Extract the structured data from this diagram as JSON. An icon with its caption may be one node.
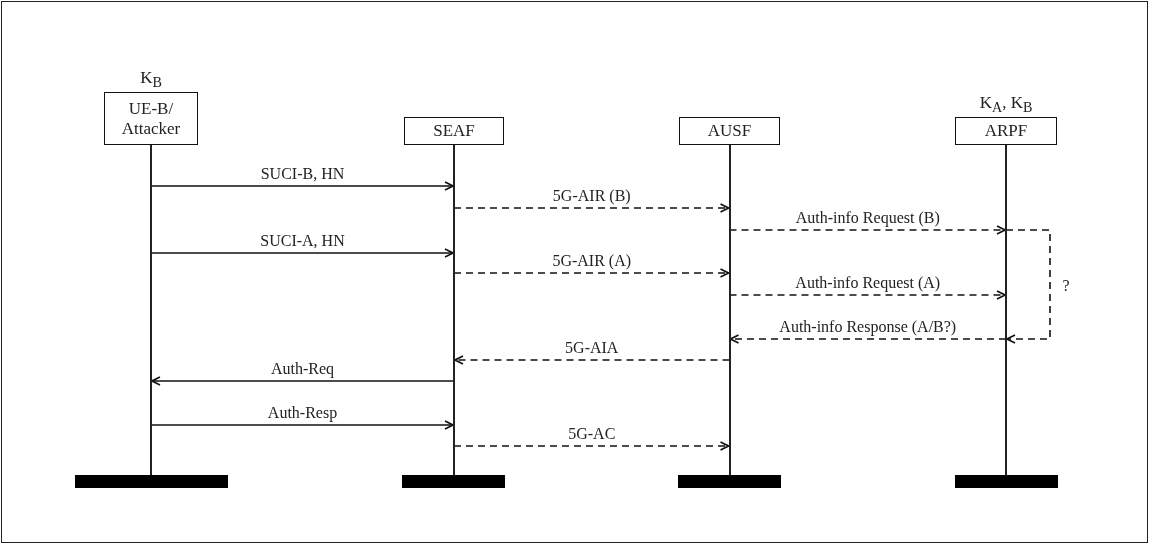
{
  "diagram": {
    "nodes": [
      {
        "text": [
          "UE-B/ Attacker"
        ],
        "beside": [
          "K$_{B}$"
        ]
      },
      {
        "text": [
          "SEAF"
        ]
      },
      {
        "text": [
          "AUSF"
        ]
      },
      {
        "text": [
          "ARPF"
        ],
        "beside": [
          "K$_{A}$, K$_{B}$"
        ]
      }
    ],
    "edges": [
      {
        "from": 0,
        "to": 1,
        "arrow": "to",
        "label": "SUCI-B, HN"
      },
      {
        "from": 1,
        "to": 2,
        "arrow": "to",
        "label": "5G-AIR (B)",
        "style": "dashed"
      },
      {
        "from": 2,
        "to": 3,
        "arrow": "to",
        "label": "Auth-info Request (B)",
        "style": "dashed"
      },
      {
        "from": 0,
        "to": 1,
        "arrow": "to",
        "label": "SUCI-A, HN"
      },
      {
        "from": 1,
        "to": 2,
        "arrow": "to",
        "label": "5G-AIR (A)",
        "style": "dashed"
      },
      {
        "from": 2,
        "to": 3,
        "arrow": "to",
        "label": "Auth-info Request (A)",
        "style": "dashed"
      },
      {
        "from": 3,
        "to": 3,
        "arrow": "to",
        "label": "?",
        "style": "dashed"
      },
      {
        "from": 3,
        "to": 2,
        "arrow": "to",
        "label": "Auth-info Response (A/B?)",
        "style": "dashed"
      },
      {
        "from": 2,
        "to": 1,
        "arrow": "to",
        "label": "5G-AIA",
        "style": "dashed"
      },
      {
        "from": 1,
        "to": 0,
        "arrow": "to",
        "label": "Auth-Req"
      },
      {
        "from": 0,
        "to": 1,
        "arrow": "to",
        "label": "Auth-Resp"
      },
      {
        "from": 1,
        "to": 2,
        "arrow": "to",
        "label": "5G-AC",
        "style": "dashed"
      }
    ]
  }
}
